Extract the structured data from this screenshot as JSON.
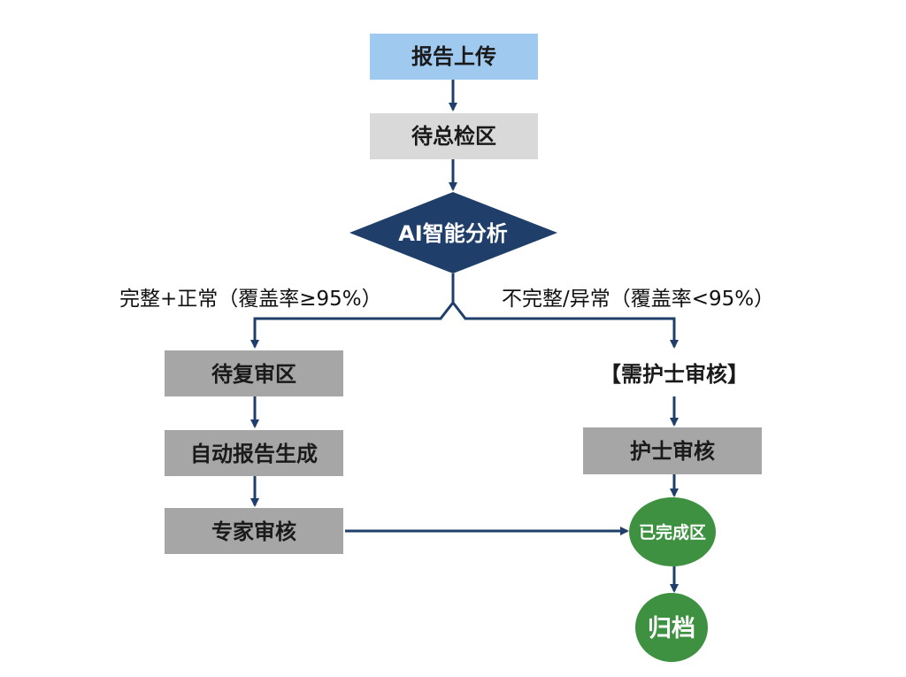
{
  "colors": {
    "upload_box": "#9fc9ef",
    "pending_box": "#d9d9d9",
    "process_box": "#a6a6a6",
    "decision": "#1f3f6a",
    "completed": "#3e9140",
    "arrow": "#1f3f6a"
  },
  "nodes": {
    "upload": "报告上传",
    "pending_check": "待总检区",
    "ai_analysis": "AI智能分析",
    "pending_review": "待复审区",
    "auto_report": "自动报告生成",
    "expert_review": "专家审核",
    "needs_nurse": "【需护士审核】",
    "nurse_review": "护士审核",
    "completed": "已完成区",
    "archive": "归档"
  },
  "branches": {
    "left": "完整+正常（覆盖率≥95%）",
    "right": "不完整/异常（覆盖率<95%）"
  }
}
